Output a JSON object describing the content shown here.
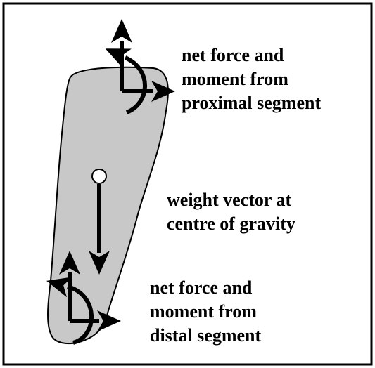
{
  "labels": {
    "proximal": [
      "net force and",
      "moment from",
      "proximal segment"
    ],
    "weight": [
      "weight vector at",
      "centre of gravity"
    ],
    "distal": [
      "net force and",
      "moment from",
      "distal segment"
    ]
  },
  "colors": {
    "segment_fill": "#c8c8c8",
    "stroke": "#000000",
    "background": "#ffffff",
    "center_of_gravity": "#ffffff"
  },
  "icons": {
    "proximal": [
      "force-arrow-up-icon",
      "force-arrow-right-icon",
      "moment-arc-arrow-icon"
    ],
    "weight": [
      "center-of-gravity-dot-icon",
      "weight-arrow-down-icon"
    ],
    "distal": [
      "force-arrow-up-icon",
      "force-arrow-right-icon",
      "moment-arc-arrow-icon"
    ]
  }
}
